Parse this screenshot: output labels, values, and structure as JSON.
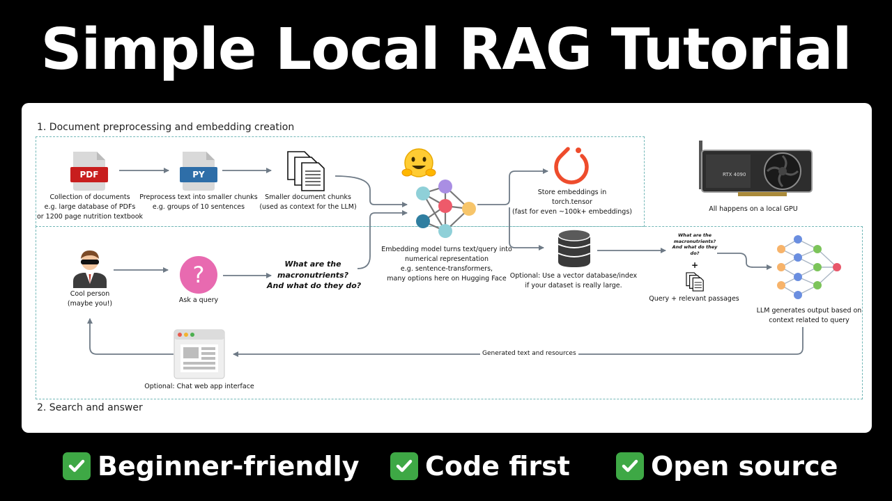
{
  "title": "Simple Local RAG Tutorial",
  "sections": {
    "preprocess": "1. Document preprocessing and embedding creation",
    "search": "2. Search and answer"
  },
  "icons": {
    "pdf": "PDF",
    "py": "PY",
    "gpu_label": "RTX 4090"
  },
  "captions": {
    "documents": [
      "Collection of documents",
      "e.g. large database of PDFs",
      "or 1200 page nutrition textbook"
    ],
    "preprocess": [
      "Preprocess text into smaller chunks",
      "e.g. groups of 10 sentences"
    ],
    "chunks": [
      "Smaller document chunks",
      "(used as context for the LLM)"
    ],
    "embed_model": [
      "Embedding model turns text/query into",
      "numerical representation",
      "e.g. sentence-transformers,",
      "many options here on Hugging Face"
    ],
    "store": [
      "Store embeddings in",
      "torch.tensor",
      "(fast for even ~100k+ embeddings)"
    ],
    "gpu": "All happens on a local GPU",
    "person": [
      "Cool person",
      "(maybe you!)"
    ],
    "ask": "Ask a query",
    "query": [
      "What are the",
      "macronutrients?",
      "And what do they do?"
    ],
    "vector_db": [
      "Optional: Use a vector database/index",
      "if your dataset is really large."
    ],
    "mini_query": [
      "What are the",
      "macronutrients?",
      "And what do they",
      "do?"
    ],
    "plus": "+",
    "query_passages": "Query + relevant passages",
    "llm": [
      "LLM generates output based on",
      "context related to query"
    ],
    "generated": "Generated text and resources",
    "web_app": "Optional: Chat web app interface"
  },
  "badges": [
    "Beginner-friendly",
    "Code first",
    "Open source"
  ],
  "colors": {
    "background": "#000000",
    "pdf_red": "#c81e1e",
    "py_blue": "#2e6ea8",
    "pytorch_orange": "#ee4c2c",
    "check_green": "#3ea845",
    "dashed_teal": "#72b7b7",
    "arrow_gray": "#6e7a86",
    "query_pink": "#e86ab0"
  }
}
